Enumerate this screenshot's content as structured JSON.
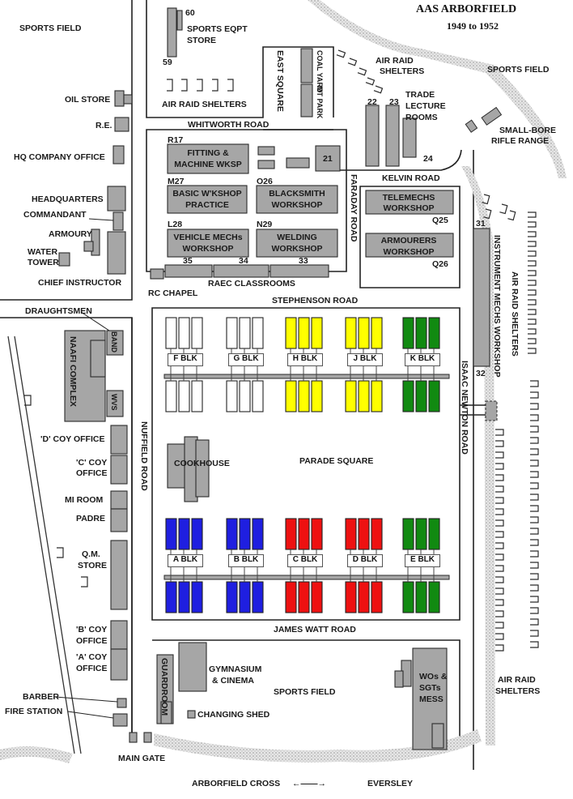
{
  "title": "AAS ARBORFIELD",
  "subtitle": "1949 to 1952",
  "roads": {
    "whitworth": "WHITWORTH ROAD",
    "east_square": "EAST SQUARE",
    "kelvin": "KELVIN ROAD",
    "faraday": "FARADAY ROAD",
    "stephenson": "STEPHENSON ROAD",
    "isaac_newton": "ISAAC NEWTON ROAD",
    "nuffield": "NUFFIELD ROAD",
    "james_watt": "JAMES WATT ROAD",
    "parade_square": "PARADE SQUARE"
  },
  "buildings": {
    "sports_field_nw": "SPORTS FIELD",
    "sports_field_ne": "SPORTS FIELD",
    "sports_field_s": "SPORTS FIELD",
    "oil_store": "OIL STORE",
    "re": "R.E.",
    "hq_company_office": "HQ COMPANY OFFICE",
    "headquarters": "HEADQUARTERS",
    "commandant": "COMMANDANT",
    "armoury": "ARMOURY",
    "water_tower_1": "WATER",
    "water_tower_2": "TOWER",
    "chief_instructor": "CHIEF INSTRUCTOR",
    "num_60": "60",
    "num_59": "59",
    "sports_eqpt_1": "SPORTS EQPT",
    "sports_eqpt_2": "STORE",
    "air_raid_shelters_n": "AIR RAID SHELTERS",
    "coal_yard": "COAL YARD",
    "mt_park": "MT PARK",
    "air_raid_shelters_ne_1": "AIR RAID",
    "air_raid_shelters_ne_2": "SHELTERS",
    "num_22": "22",
    "num_23": "23",
    "num_24": "24",
    "trade_lecture_1": "TRADE",
    "trade_lecture_2": "LECTURE",
    "trade_lecture_3": "ROOMS",
    "small_bore_1": "SMALL-BORE",
    "small_bore_2": "RIFLE RANGE",
    "r17": "R17",
    "fitting_1": "FITTING &",
    "fitting_2": "MACHINE WKSP",
    "num_21": "21",
    "m27": "M27",
    "basic_1": "BASIC W'KSHOP",
    "basic_2": "PRACTICE",
    "o26": "O26",
    "blacksmith_1": "BLACKSMITH",
    "blacksmith_2": "WORKSHOP",
    "l28": "L28",
    "vehicle_1": "VEHICLE MECHs",
    "vehicle_2": "WORKSHOP",
    "n29": "N29",
    "welding_1": "WELDING",
    "welding_2": "WORKSHOP",
    "num_35": "35",
    "num_34": "34",
    "num_33": "33",
    "raec": "RAEC CLASSROOMS",
    "rc_chapel": "RC CHAPEL",
    "telemechs_1": "TELEMECHS",
    "telemechs_2": "WORKSHOP",
    "q25": "Q25",
    "armourers_1": "ARMOURERS",
    "armourers_2": "WORKSHOP",
    "q26": "Q26",
    "num_31": "31",
    "num_32": "32",
    "instrument": "INSTRUMENT MECHS WORKSHOP",
    "air_raid_shelters_e": "AIR RAID SHELTERS",
    "air_raid_shelters_se_1": "AIR RAID",
    "air_raid_shelters_se_2": "SHELTERS",
    "draughtsmen": "DRAUGHTSMEN",
    "band": "BAND",
    "naafi": "NAAFI COMPLEX",
    "wvs": "WVS",
    "d_coy": "'D' COY OFFICE",
    "c_coy_1": "'C' COY",
    "c_coy_2": "OFFICE",
    "mi_room": "MI ROOM",
    "padre": "PADRE",
    "qm_1": "Q.M.",
    "qm_2": "STORE",
    "b_coy_1": "'B' COY",
    "b_coy_2": "OFFICE",
    "a_coy_1": "'A' COY",
    "a_coy_2": "OFFICE",
    "barber": "BARBER",
    "fire_station": "FIRE STATION",
    "main_gate": "MAIN GATE",
    "cookhouse": "COOKHOUSE",
    "guardroom": "GUARDROOM",
    "gym_1": "GYMNASIUM",
    "gym_2": "& CINEMA",
    "changing_shed": "CHANGING SHED",
    "wos_1": "WOs &",
    "wos_2": "SGTs",
    "wos_3": "MESS"
  },
  "blocks": {
    "north": [
      "F BLK",
      "G BLK",
      "H BLK",
      "J BLK",
      "K BLK"
    ],
    "south": [
      "A BLK",
      "B BLK",
      "C BLK",
      "D BLK",
      "E BLK"
    ]
  },
  "footer": {
    "arborfield_cross": "ARBORFIELD CROSS",
    "arrow": "←——→",
    "eversley": "EVERSLEY"
  },
  "colors": {
    "building": "#a6a6a6",
    "outline": "#2b2b2b",
    "white_block": "#ffffff",
    "yellow_block": "#ffff00",
    "green_block": "#118a11",
    "blue_block": "#1f1fe0",
    "red_block": "#ee1111",
    "hatch": "#c8c8c8"
  }
}
